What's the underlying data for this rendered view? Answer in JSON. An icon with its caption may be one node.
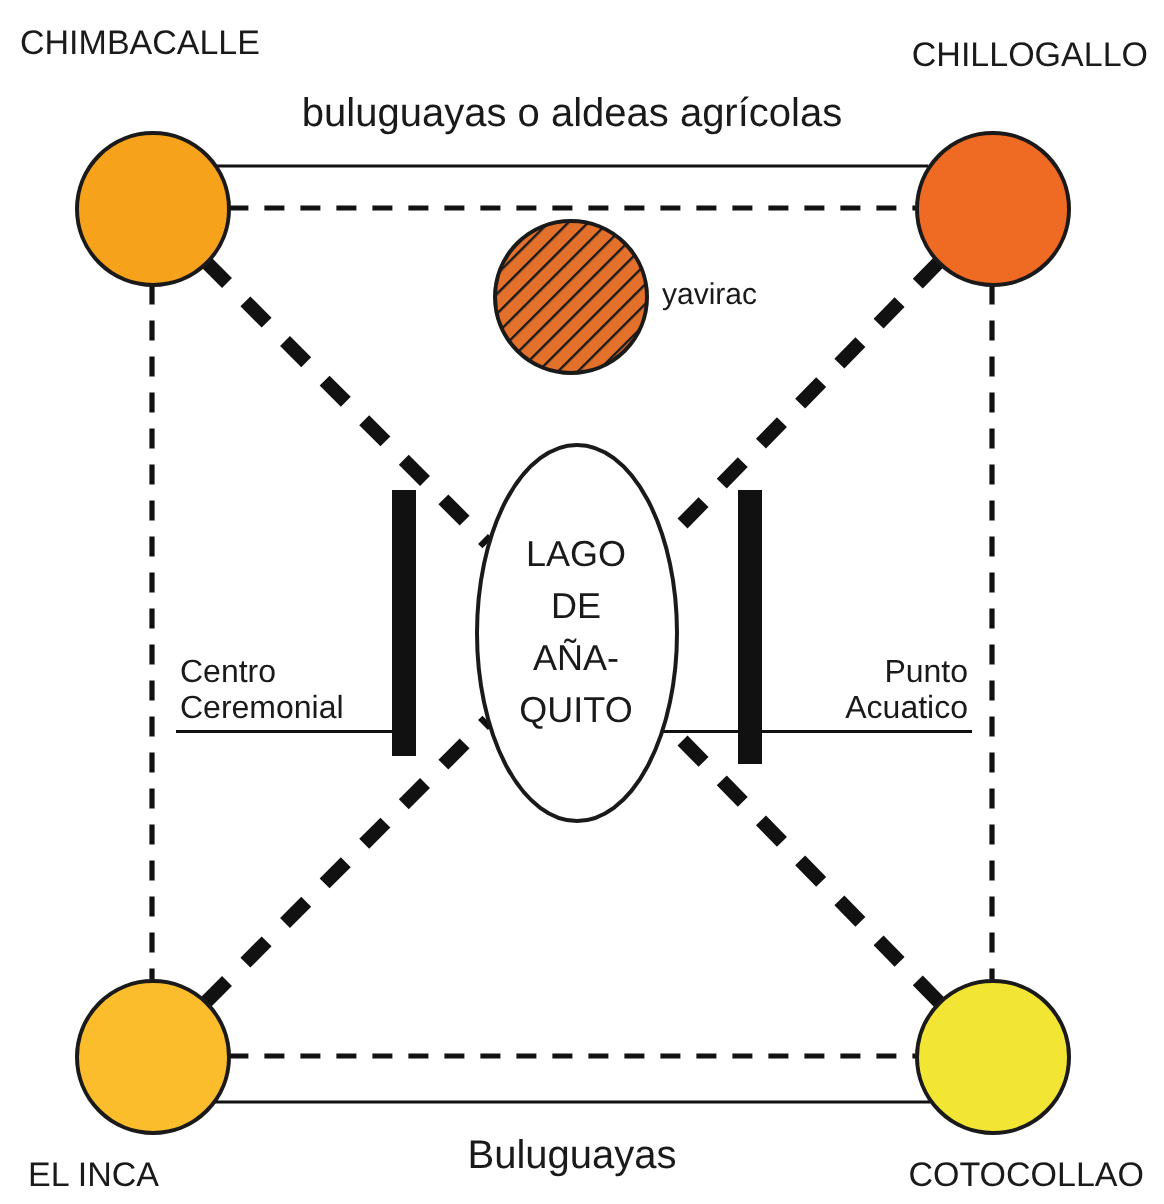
{
  "diagram": {
    "nodes": [
      {
        "text": [
          "CHIMBACALLE"
        ]
      },
      {
        "text": [
          "CHILLOGALLO"
        ]
      },
      {
        "text": [],
        "shape": "circle",
        "beside": [
          "yavirac"
        ]
      },
      {
        "text": [],
        "shape": "bar"
      },
      {
        "text": [
          "LAGO DE AÑA- QUITO"
        ]
      },
      {
        "text": [],
        "shape": "bar"
      },
      {
        "text": [
          "Centro Ceremonial"
        ]
      },
      {
        "text": [
          "Punto Acuatico"
        ]
      },
      {
        "text": [
          "EL INCA"
        ]
      },
      {
        "text": [
          "COTOCOLLAO"
        ]
      }
    ],
    "edges": [
      {
        "from": 0,
        "to": 1,
        "arrow": "none",
        "label": "buluguayas o aldeas agrícolas"
      },
      {
        "from": 0,
        "to": 1,
        "arrow": "none",
        "style": "dashed"
      },
      {
        "from": 0,
        "to": 8,
        "arrow": "none",
        "style": "dashed"
      },
      {
        "from": 1,
        "to": 9,
        "arrow": "none",
        "style": "dashed"
      },
      {
        "from": 0,
        "to": 4,
        "arrow": "none",
        "style": "dashed"
      },
      {
        "from": 1,
        "to": 4,
        "arrow": "none",
        "style": "dashed"
      },
      {
        "from": 6,
        "to": 3,
        "arrow": "none"
      },
      {
        "from": 7,
        "to": 4,
        "arrow": "none"
      },
      {
        "from": 8,
        "to": 4,
        "arrow": "none",
        "style": "dashed"
      },
      {
        "from": 9,
        "to": 4,
        "arrow": "none",
        "style": "dashed"
      },
      {
        "from": 8,
        "to": 9,
        "arrow": "none",
        "style": "dashed"
      },
      {
        "from": 8,
        "to": 9,
        "arrow": "none",
        "label": "Buluguayas"
      }
    ]
  }
}
